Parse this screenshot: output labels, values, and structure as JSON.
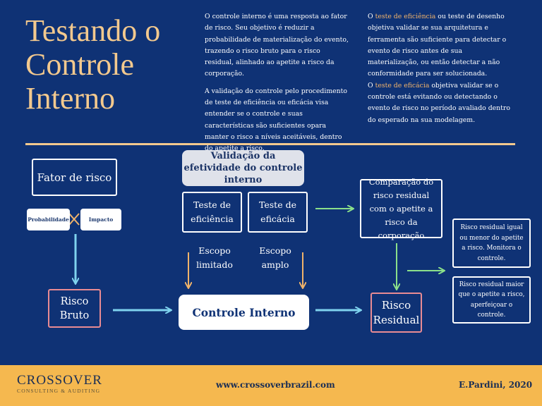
{
  "title": "Testando o Controle Interno",
  "intro": {
    "p1": "O controle interno é uma resposta ao fator de risco. Seu objetivo é reduzir a probabilidade de materialização do evento, trazendo o risco bruto para o risco residual, alinhado ao apetite a risco da corporação.",
    "p2": "A validação do controle pelo procedimento de teste de eficiência ou eficácia visa entender se o controle e suas características são suficientes opara manter o risco a níveis aceitáveis, dentro do apetite a risco."
  },
  "definitions": {
    "d1_prefix": "O ",
    "d1_term": "teste de eficiência",
    "d1_rest": " ou teste de desenho objetiva validar se sua arquitetura e ferramenta são suficiente para detectar o evento de risco antes de sua materialização, ou então detectar a não conformidade para ser solucionada.",
    "d2_prefix": "O ",
    "d2_term": "teste de eficácia",
    "d2_rest": " objetiva validar se o controle está evitando ou detectando o evento de risco no período avaliado dentro do esperado na sua modelagem."
  },
  "diagram": {
    "fator_de_risco": "Fator de risco",
    "probabilidade": "Probabilidade",
    "impacto": "Impacto",
    "risco_bruto": "Risco Bruto",
    "validacao": "Validação da efetividade do controle interno",
    "teste_eficiencia": "Teste de eficiência",
    "teste_eficacia": "Teste de eficácia",
    "escopo_limitado": "Escopo limitado",
    "escopo_amplo": "Escopo amplo",
    "controle_interno": "Controle Interno",
    "comparacao": "Comparação do risco residual com o apetite a risco da corporação",
    "risco_residual": "Risco Residual",
    "outcome1": "Risco residual igual ou menor do apetite a risco. Monitora o controle.",
    "outcome2": "Risco residual maior que o apetite a risco, aperfeiçoar o controle."
  },
  "footer": {
    "logo_main": "CROSSOVER",
    "logo_sub": "CONSULTING & AUDITING",
    "website": "www.crossoverbrazil.com",
    "author": "E.Pardini, 2020"
  },
  "colors": {
    "background": "#0f3275",
    "title": "#f3c98e",
    "highlight": "#f3b46a",
    "arrow_cyan": "#7fd3ee",
    "arrow_green": "#8be08a",
    "arrow_orange": "#f0b36a",
    "pink_border": "#e98b93",
    "footer": "#f5b84f"
  }
}
